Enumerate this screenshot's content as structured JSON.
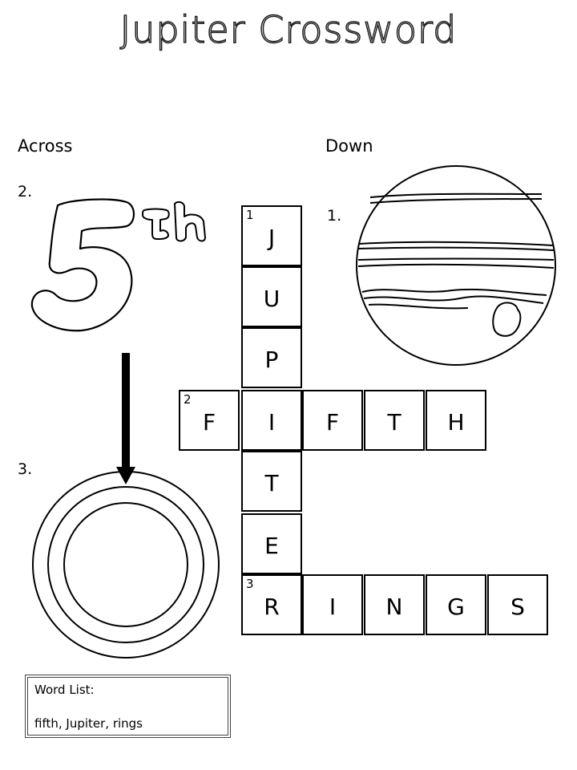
{
  "title": "Jupiter Crossword",
  "headings": {
    "across": "Across",
    "down": "Down"
  },
  "clues": {
    "across_2": "2.",
    "across_3": "3.",
    "down_1": "1."
  },
  "grid": {
    "down_1": {
      "number": "1",
      "letters": [
        "J",
        "U",
        "P",
        "I",
        "T",
        "E",
        "R"
      ]
    },
    "across_2": {
      "number": "2",
      "letters": [
        "F",
        "I",
        "F",
        "T",
        "H"
      ]
    },
    "across_3": {
      "number": "3",
      "letters": [
        "R",
        "I",
        "N",
        "G",
        "S"
      ]
    }
  },
  "pictures": {
    "clue_2": {
      "icon": "fifth-ordinal-drawing",
      "big_digit": "5",
      "suffix": "th"
    },
    "clue_1": {
      "icon": "jupiter-planet-drawing"
    },
    "clue_3": {
      "icon": "rings-drawing"
    }
  },
  "word_list": {
    "title": "Word List:",
    "words": "fifth, Jupiter, rings"
  }
}
